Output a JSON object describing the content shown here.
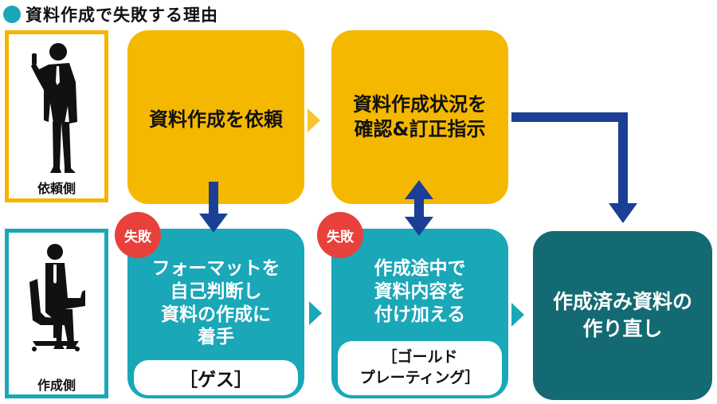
{
  "title": "資料作成で失敗する理由",
  "actors": {
    "requester": "依頼側",
    "maker": "作成側"
  },
  "boxes": {
    "request": "資料作成を依頼",
    "check": [
      "資料作成状況を",
      "確認&訂正指示"
    ],
    "format": [
      "フォーマットを",
      "自己判断し",
      "資料の作成に",
      "着手"
    ],
    "format_tag": "［ゲス］",
    "adding": [
      "作成途中で",
      "資料内容を",
      "付け加える"
    ],
    "adding_tag": [
      "［ゴールド",
      "プレーティング］"
    ],
    "redo": [
      "作成済み資料の",
      "作り直し"
    ]
  },
  "badges": {
    "failure_1": "失敗",
    "failure_2": "失敗"
  },
  "colors": {
    "yellow": "#f5b800",
    "teal": "#1aa7b8",
    "dark_teal": "#146a72",
    "navy": "#1b3f94",
    "red": "#e8413c"
  }
}
